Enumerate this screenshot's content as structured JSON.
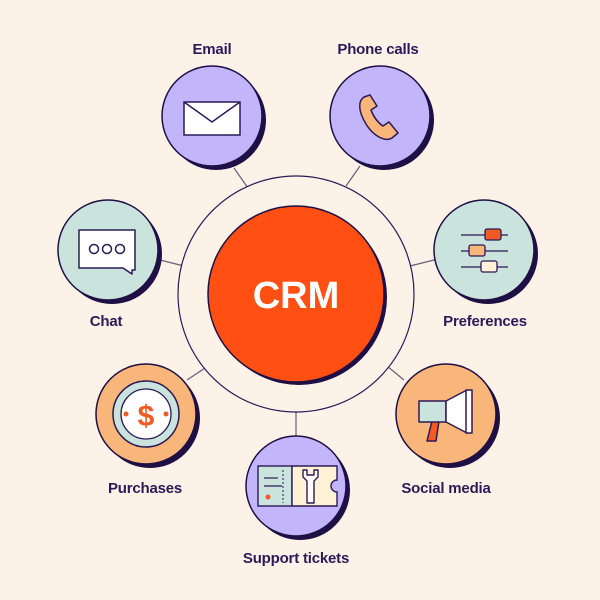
{
  "center": {
    "label": "CRM",
    "fill": "#FF4F12"
  },
  "colors": {
    "background": "#FDF2E8",
    "outline": "#2A1A57",
    "shadow": "#1E0F44",
    "lavender": "#C2B5F9",
    "mint": "#CBE3DD",
    "peach": "#F8B67A",
    "accent": "#F25A23",
    "line": "#6B5E7A"
  },
  "nodes": [
    {
      "id": "email",
      "label": "Email",
      "icon": "envelope-icon"
    },
    {
      "id": "phone",
      "label": "Phone calls",
      "icon": "phone-icon"
    },
    {
      "id": "preferences",
      "label": "Preferences",
      "icon": "sliders-icon"
    },
    {
      "id": "social",
      "label": "Social media",
      "icon": "megaphone-icon"
    },
    {
      "id": "support",
      "label": "Support tickets",
      "icon": "ticket-icon"
    },
    {
      "id": "purchases",
      "label": "Purchases",
      "icon": "dollar-coin-icon"
    },
    {
      "id": "chat",
      "label": "Chat",
      "icon": "chat-bubble-icon"
    }
  ]
}
